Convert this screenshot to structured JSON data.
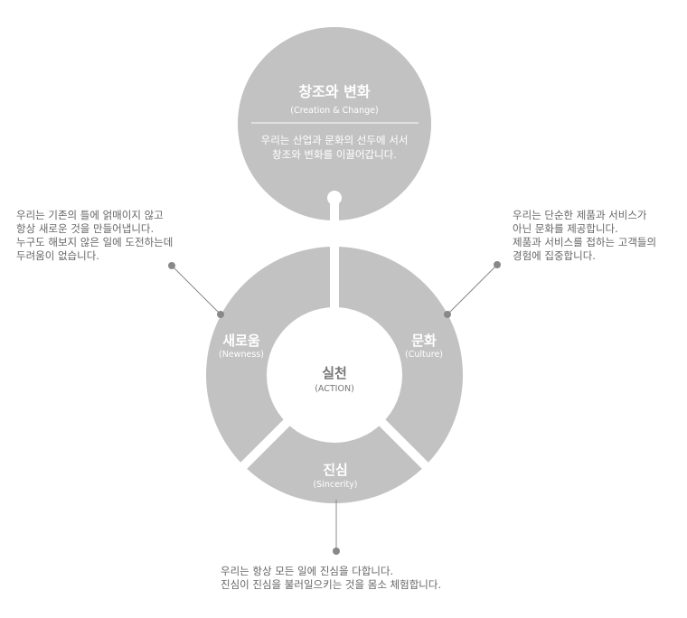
{
  "colors": {
    "circle": "#c2c2c2",
    "text_white": "#ffffff",
    "text_gray": "#666666",
    "connector": "#888888"
  },
  "top": {
    "title": "창조와 변화",
    "subtitle": "(Creation & Change)",
    "desc": [
      "우리는 산업과 문화의 선두에 서서",
      "창조와 변화를 이끌어갑니다."
    ]
  },
  "center": {
    "title": "실천",
    "subtitle": "(ACTION)"
  },
  "segments": {
    "left": {
      "title": "새로움",
      "subtitle": "(Newness)"
    },
    "right": {
      "title": "문화",
      "subtitle": "(Culture)"
    },
    "bottom": {
      "title": "진심",
      "subtitle": "(Sincerity)"
    }
  },
  "notes": {
    "left": [
      "우리는 기존의 틀에 얽매이지 않고",
      "항상 새로운 것을 만들어냅니다.",
      "누구도 해보지 않은 일에 도전하는데",
      "두려움이 없습니다."
    ],
    "right": [
      "우리는 단순한  제품과 서비스가",
      "아닌 문화를 제공합니다.",
      "제품과 서비스를 접하는 고객들의",
      "경험에 집중합니다."
    ],
    "bottom": [
      "우리는 항상 모든 일에 진심을 다합니다.",
      "진심이 진심을 불러일으키는 것을 몸소 체험합니다."
    ]
  }
}
